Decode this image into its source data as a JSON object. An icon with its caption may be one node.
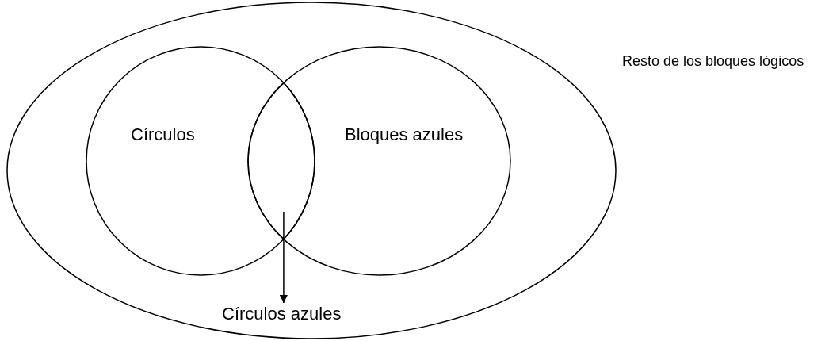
{
  "diagram": {
    "nodes": [
      {
        "text": [
          "Resto de los bloques lógicos"
        ]
      },
      {
        "text": [
          "Círculos"
        ],
        "in": 0
      },
      {
        "text": [
          "Bloques azules"
        ],
        "in": 0
      },
      {
        "text": [],
        "shape": "lens"
      },
      {
        "text": [
          "Círculos azules"
        ],
        "in": 0
      }
    ],
    "edges": [
      {
        "from": 3,
        "to": 4,
        "arrow": "to"
      }
    ]
  }
}
